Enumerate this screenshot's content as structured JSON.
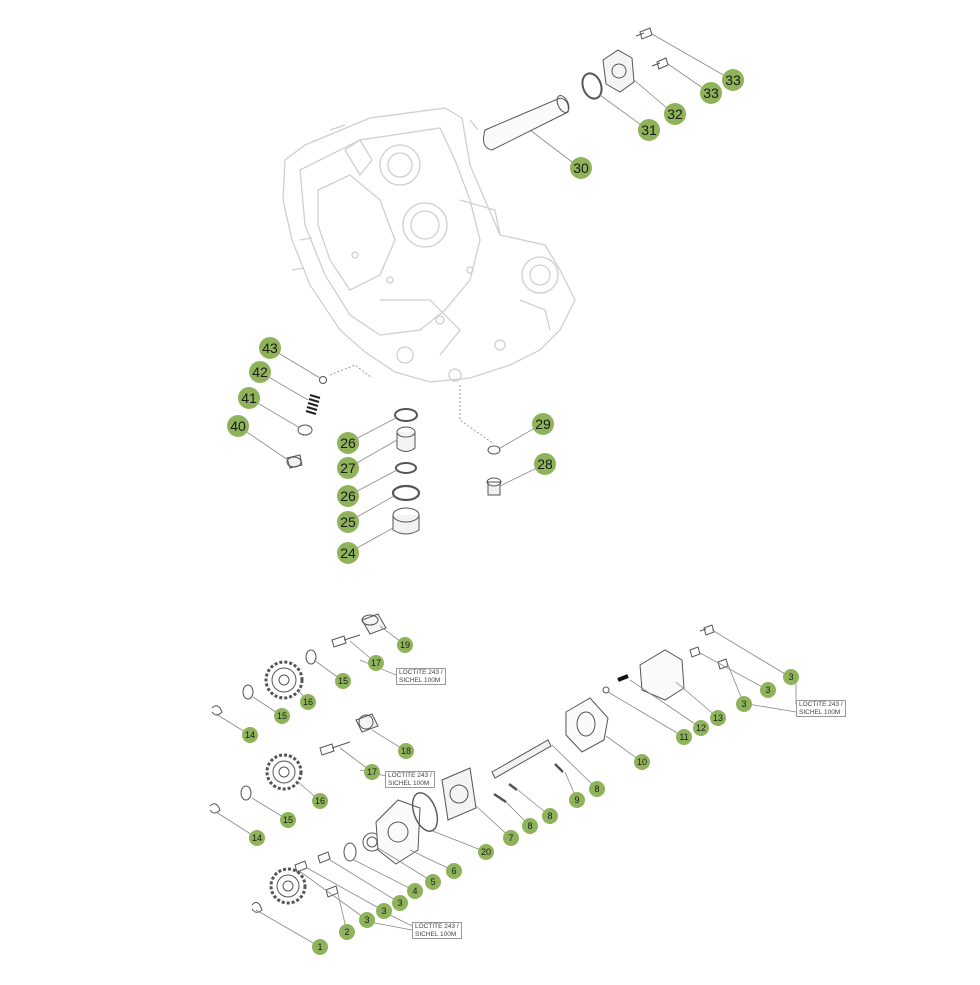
{
  "diagram": {
    "callouts_upper": [
      "33",
      "33",
      "32",
      "31",
      "30",
      "43",
      "42",
      "41",
      "40",
      "29",
      "26",
      "27",
      "26",
      "25",
      "28",
      "24"
    ],
    "callouts_lower": [
      "19",
      "17",
      "15",
      "16",
      "14",
      "15",
      "18",
      "17",
      "16",
      "15",
      "14",
      "3",
      "3",
      "3",
      "13",
      "12",
      "11",
      "10",
      "9",
      "8",
      "8",
      "8",
      "7",
      "20",
      "6",
      "5",
      "4",
      "3",
      "3",
      "3",
      "3",
      "2",
      "1"
    ],
    "notes": {
      "loctite_243": "LOCTITE 243 /",
      "sichel_100m": "SICHEL 100M",
      "loctite_243_b": "LOCTITE 243 /",
      "sichel_100m_b": "SICHEL 100M",
      "loctite_243_c": "LOCTITE 243 /",
      "sichel_100m_c": "SICHEL 100M",
      "loctite_243_d": "LOCTITE 243 /",
      "sichel_100m_d": "SICHEL 100M"
    },
    "colors": {
      "callout_fill": "#8fb35a",
      "line": "#555555",
      "housing": "#cfcfcf"
    }
  }
}
